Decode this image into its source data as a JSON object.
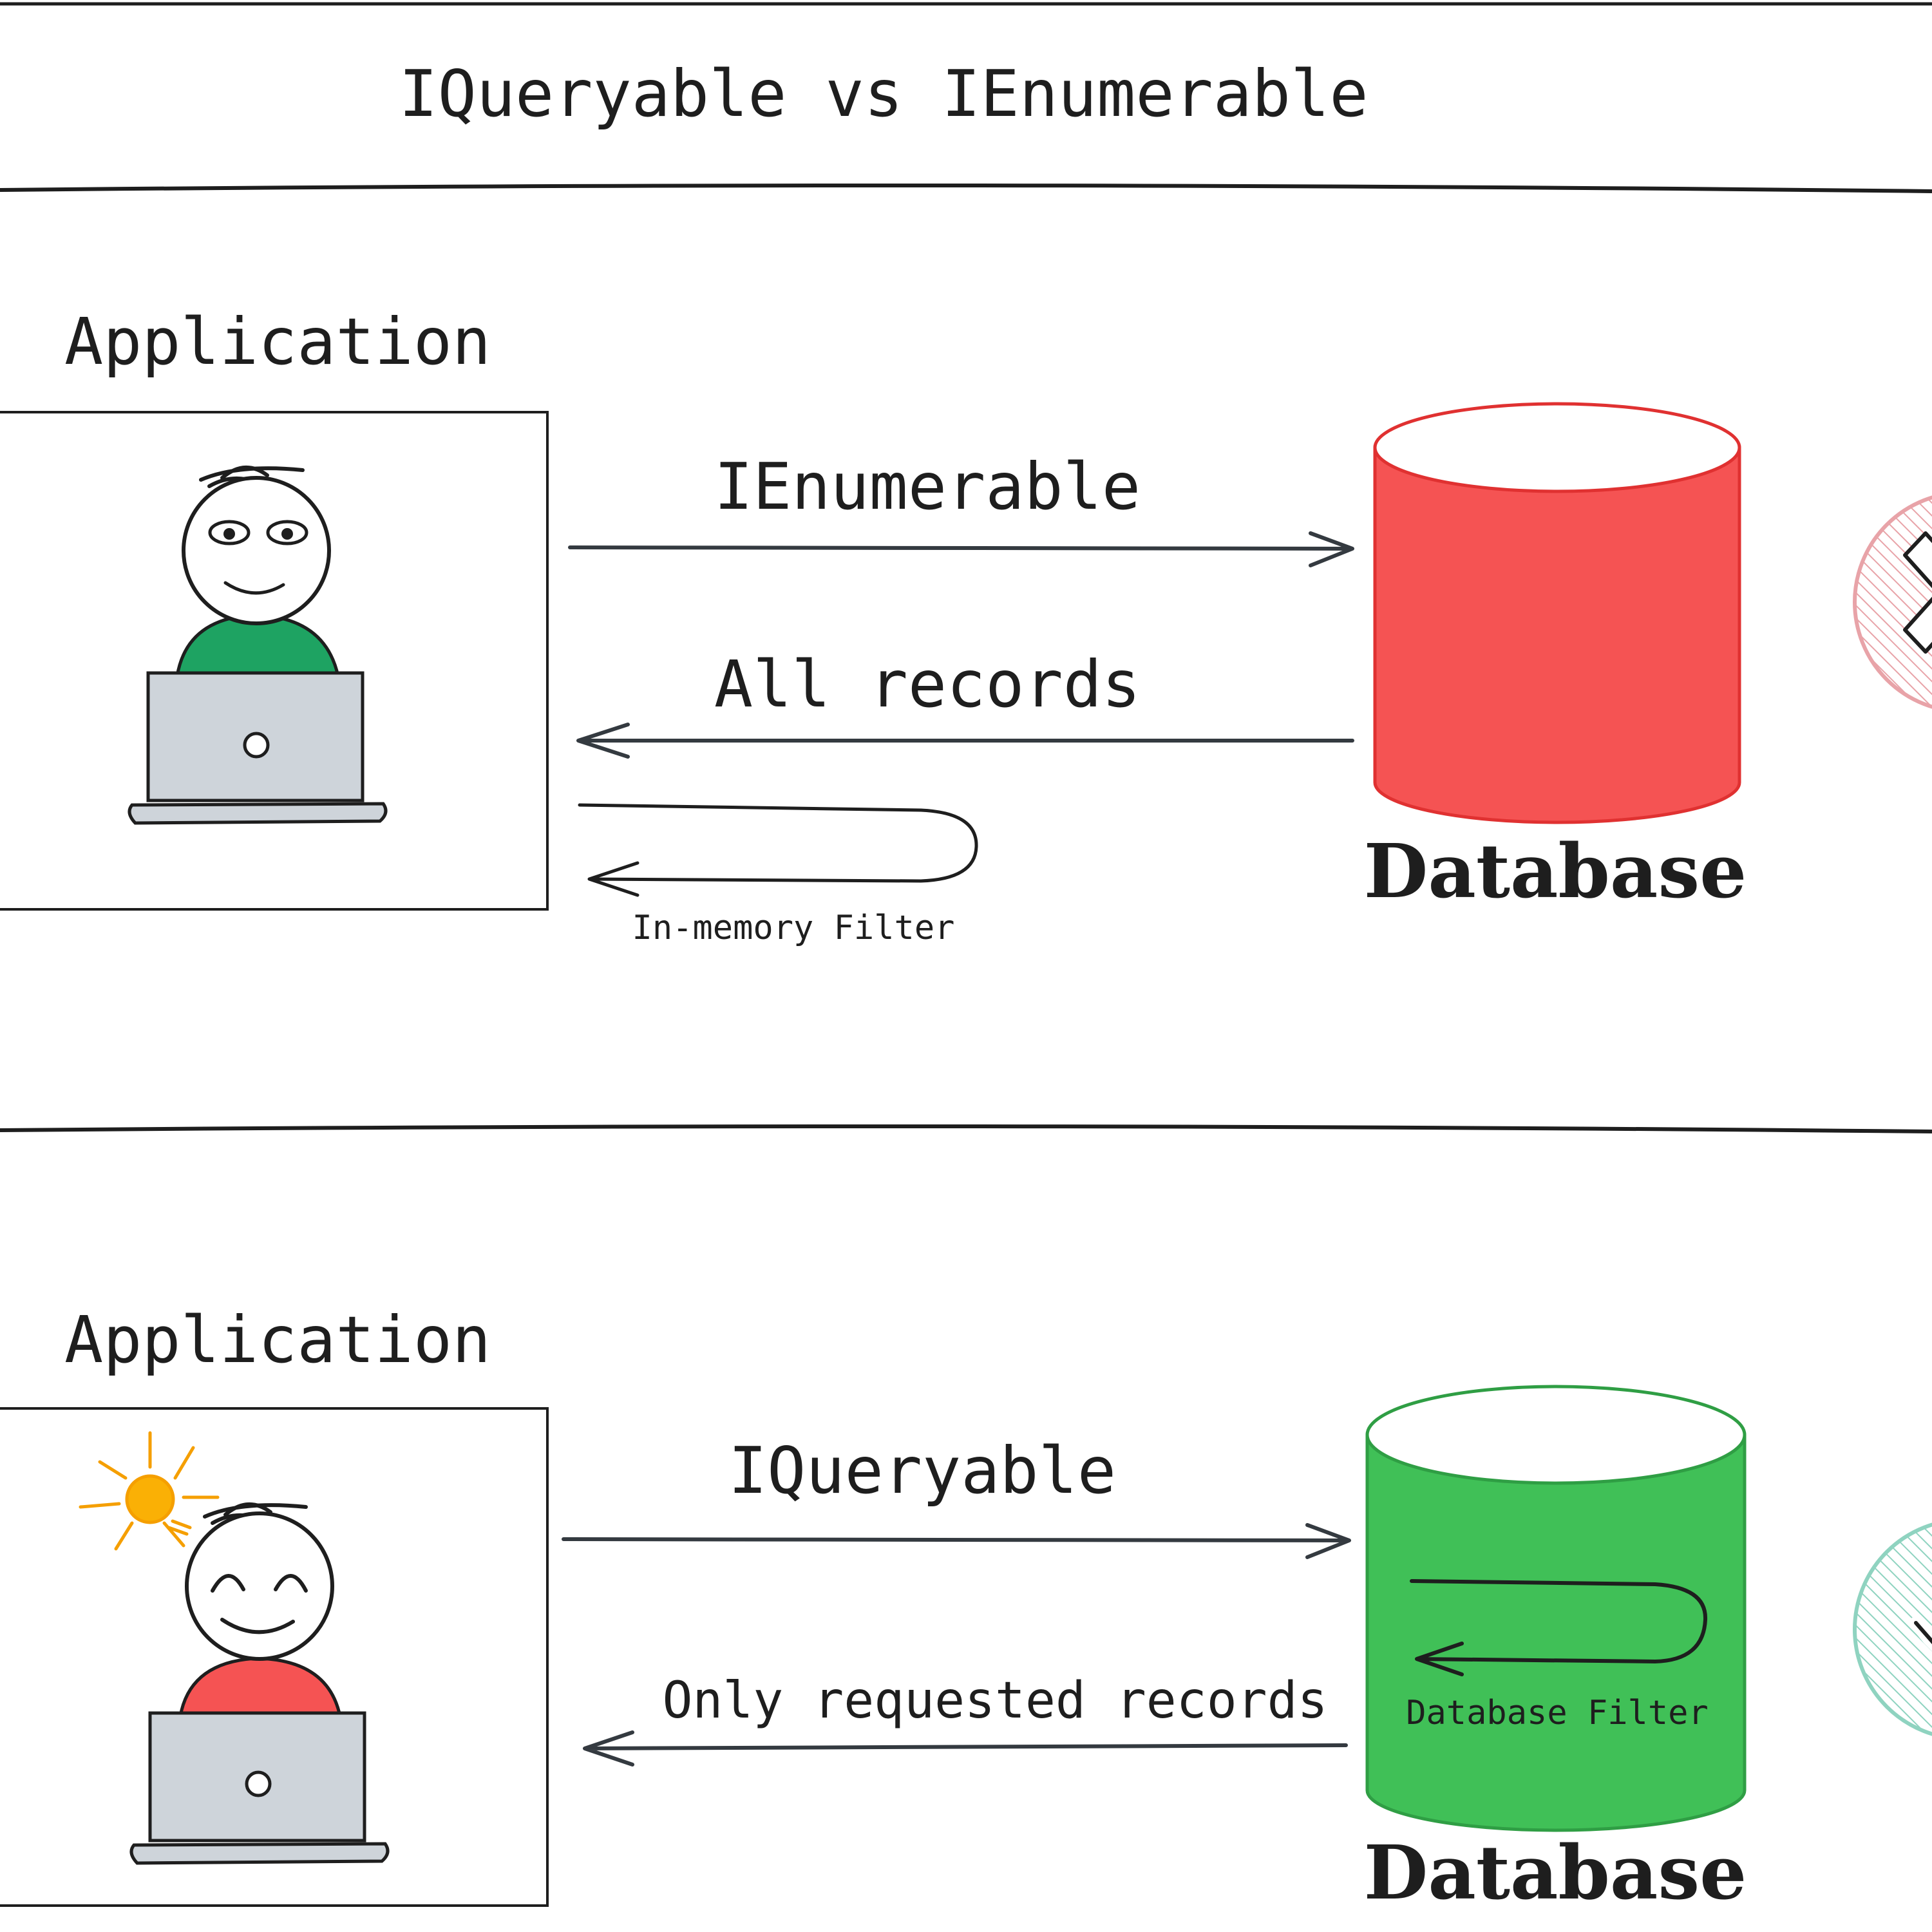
{
  "title": "IQueryable vs IEnumerable",
  "sections": [
    {
      "heading": "Application",
      "request_label": "IEnumerable",
      "response_label": "All records",
      "filter_label": "In-memory Filter",
      "database_label": "Database",
      "user_shirt_color": "#1ea362",
      "database_color": "#f55353",
      "status_icon": "cross-circle-icon",
      "status_color": "#e8a3a8"
    },
    {
      "heading": "Application",
      "request_label": "IQueryable",
      "response_label": "Only requested records",
      "filter_label": "Database Filter",
      "database_label": "Database",
      "user_shirt_color": "#f55353",
      "database_color": "#40c057",
      "status_icon": "check-circle-icon",
      "status_color": "#8fd3c0",
      "idea_icon": "lightbulb-icon",
      "idea_color": "#fab005"
    }
  ]
}
